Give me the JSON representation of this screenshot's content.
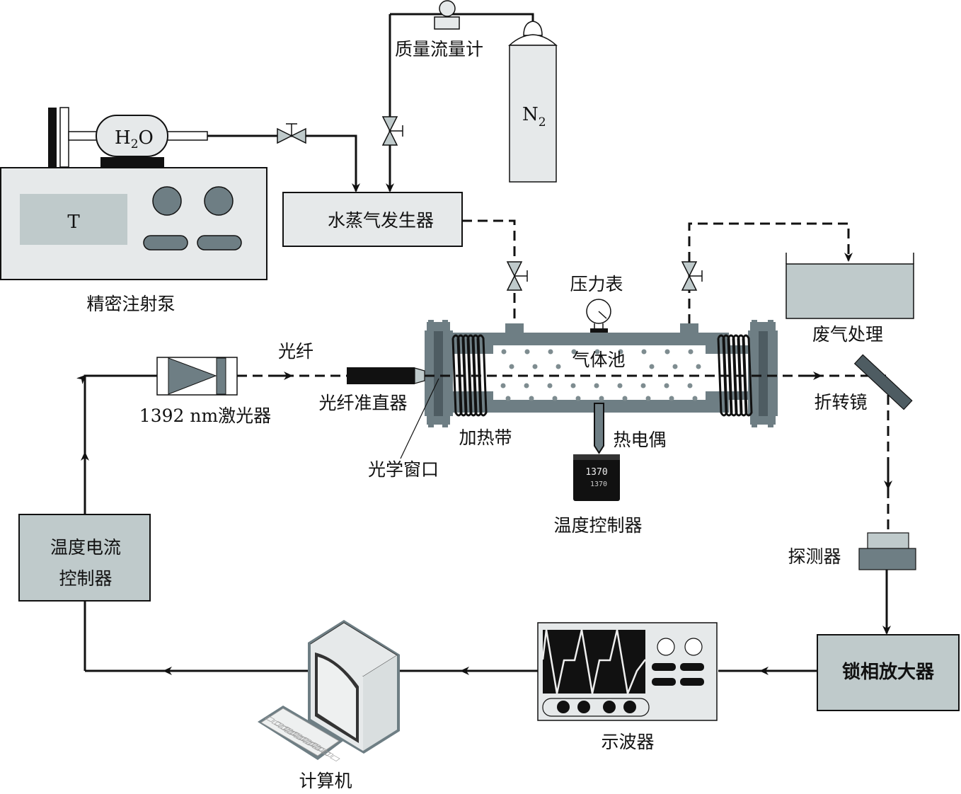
{
  "title": "TDLAS water-vapor gas cell experimental setup",
  "colors": {
    "panel_light": "#e6e9ea",
    "panel_mid": "#bfcacb",
    "metal": "#6e7e84",
    "metal_dark": "#4e5c62",
    "line": "#111111"
  },
  "labels": {
    "syringe_pump": "精密注射泵",
    "pump_display": "T",
    "water": {
      "main": "H",
      "sub": "2",
      "tail": "O"
    },
    "mass_flow_meter": "质量流量计",
    "nitrogen": {
      "main": "N",
      "sub": "2"
    },
    "steam_generator": "水蒸气发生器",
    "pressure_gauge": "压力表",
    "gas_cell": "气体池",
    "exhaust": "废气处理",
    "fiber": "光纤",
    "laser": "1392 nm激光器",
    "collimator": "光纤准直器",
    "optical_window": "光学窗口",
    "heating_tape": "加热带",
    "thermocouple": "热电偶",
    "temp_controller": "温度控制器",
    "temp_controller_display": [
      "1370",
      "1370"
    ],
    "mirror": "折转镜",
    "detector": "探测器",
    "tec_controller": [
      "温度电流",
      "控制器"
    ],
    "lockin": "锁相放大器",
    "oscilloscope": "示波器",
    "computer": "计算机"
  },
  "icons": [
    "syringe-pump-icon",
    "syringe-icon",
    "valve-icon",
    "mass-flow-meter-icon",
    "gas-cylinder-icon",
    "pressure-gauge-icon",
    "heating-coil-icon",
    "gas-cell-icon",
    "laser-diode-icon",
    "fiber-collimator-icon",
    "mirror-icon",
    "detector-icon",
    "thermocouple-icon",
    "temperature-controller-icon",
    "oscilloscope-icon",
    "computer-icon",
    "keyboard-icon",
    "exhaust-tank-icon"
  ]
}
